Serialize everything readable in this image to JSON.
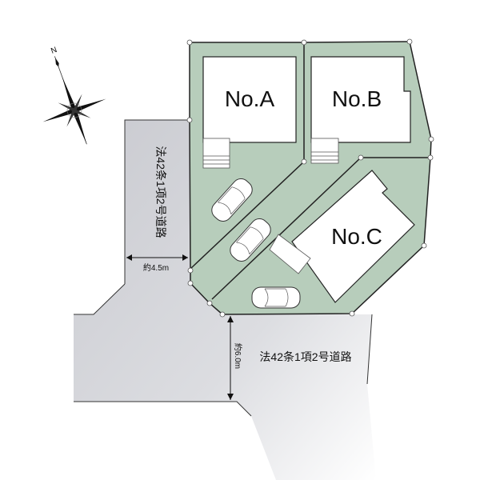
{
  "lots": {
    "a": {
      "label": "No.A"
    },
    "b": {
      "label": "No.B"
    },
    "c": {
      "label": "No.C"
    }
  },
  "roads": {
    "west": {
      "label": "法42条1項2号道路",
      "width_label": "約4.5m"
    },
    "south": {
      "label": "法42条1項2号道路",
      "width_label": "約6.0m"
    }
  },
  "compass": {
    "north_label": "N"
  },
  "colors": {
    "lot": "#b7cdbb",
    "road": "#d4d5da",
    "house": "#ffffff",
    "line": "#222222"
  }
}
